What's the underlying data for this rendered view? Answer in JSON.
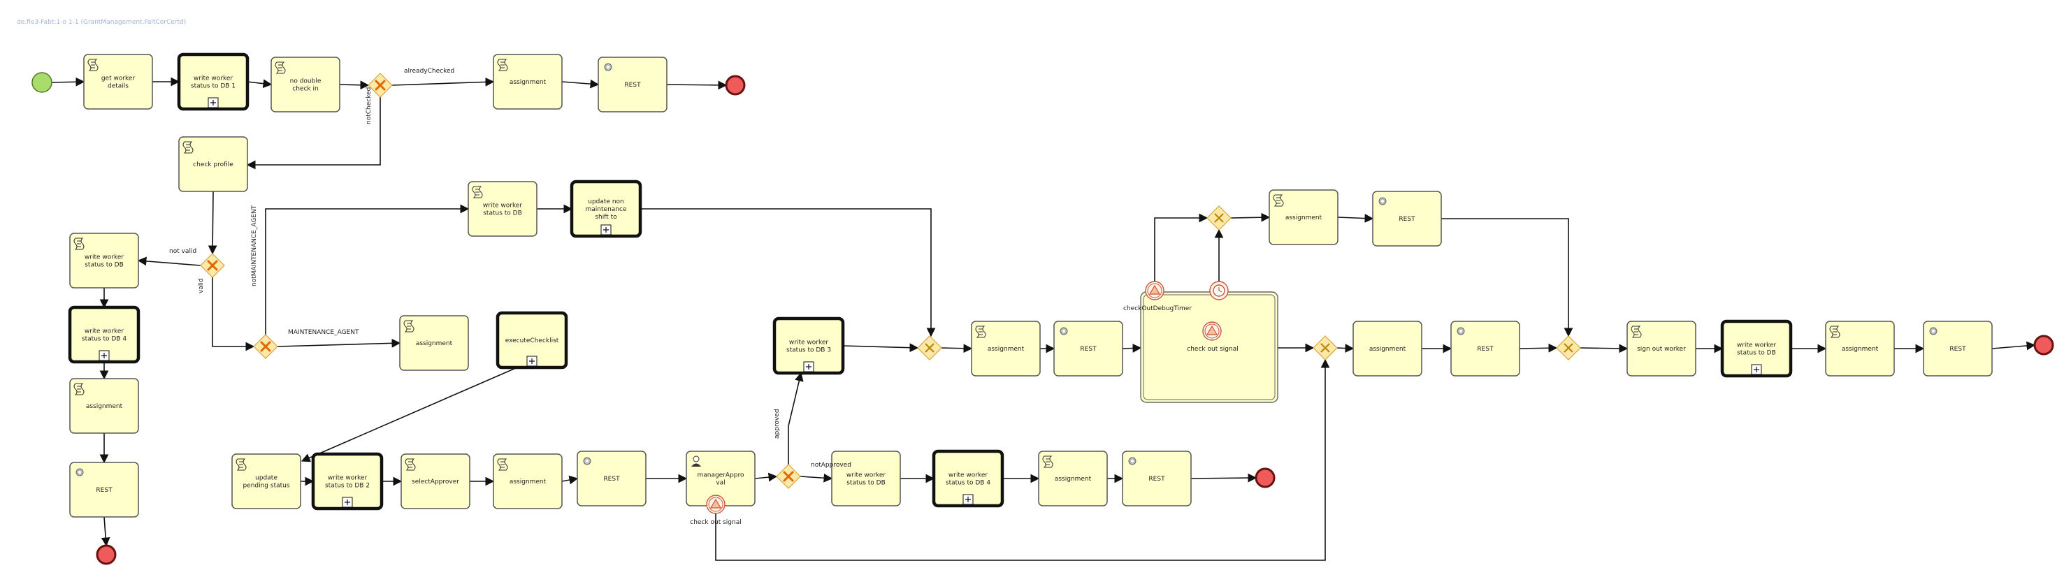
{
  "title": "de.fle3-Fabt:1-o 1-1 (GrantManagement.FaltCorCertd)",
  "tasks": {
    "get_worker_details": [
      "get worker",
      "details"
    ],
    "write_status_db1": [
      "write worker",
      "status to DB 1"
    ],
    "no_double_checkin": [
      "no double",
      "check in"
    ],
    "assignment_top": [
      "assignment"
    ],
    "rest_top": [
      "REST"
    ],
    "check_profile": [
      "check profile"
    ],
    "write_status_db_left": [
      "write worker",
      "status to DB"
    ],
    "write_status_db4_left": [
      "write worker",
      "status to DB 4"
    ],
    "assignment_left": [
      "assignment"
    ],
    "rest_left": [
      "REST"
    ],
    "write_status_db_mid": [
      "write worker",
      "status to DB"
    ],
    "update_maintenance": [
      "update non",
      "maintenance",
      "shift to"
    ],
    "assignment_maint": [
      "assignment"
    ],
    "execute_checklist": [
      "executeChecklist"
    ],
    "update_pending": [
      "update",
      "pending status"
    ],
    "write_status_db2": [
      "write worker",
      "status to DB 2"
    ],
    "select_approver": [
      "selectApprover"
    ],
    "assignment_bottom": [
      "assignment"
    ],
    "rest_bottom": [
      "REST"
    ],
    "manager_approval": [
      "managerAppro",
      "val"
    ],
    "write_status_db_bottom": [
      "write worker",
      "status to DB"
    ],
    "write_status_db4_bottom": [
      "write worker",
      "status to DB 4"
    ],
    "assignment_bottom2": [
      "assignment"
    ],
    "rest_bottom2": [
      "REST"
    ],
    "write_status_db3": [
      "write worker",
      "status to DB 3"
    ],
    "assignment_center": [
      "assignment"
    ],
    "rest_center": [
      "REST"
    ],
    "assignment_upper_right": [
      "assignment"
    ],
    "rest_upper_right": [
      "REST"
    ],
    "assignment_right": [
      "assignment"
    ],
    "rest_right": [
      "REST"
    ],
    "sign_out_worker": [
      "sign out worker"
    ],
    "write_status_db_right": [
      "write worker",
      "status to DB"
    ],
    "assignment_final": [
      "assignment"
    ],
    "rest_final": [
      "REST"
    ]
  },
  "subprocess": {
    "label": "check out signal",
    "timer_label": "checkOutDebugTimer"
  },
  "flow_labels": {
    "already_checked": "alreadyChecked",
    "not_checked": "notChecked",
    "not_valid": "not valid",
    "valid": "valid",
    "not_maintenance": "notMAINTENANCE_AGENT",
    "maintenance": "MAINTENANCE_AGENT",
    "approved": "approved",
    "not_approved": "notApproved",
    "check_out_signal": "check out signal"
  }
}
